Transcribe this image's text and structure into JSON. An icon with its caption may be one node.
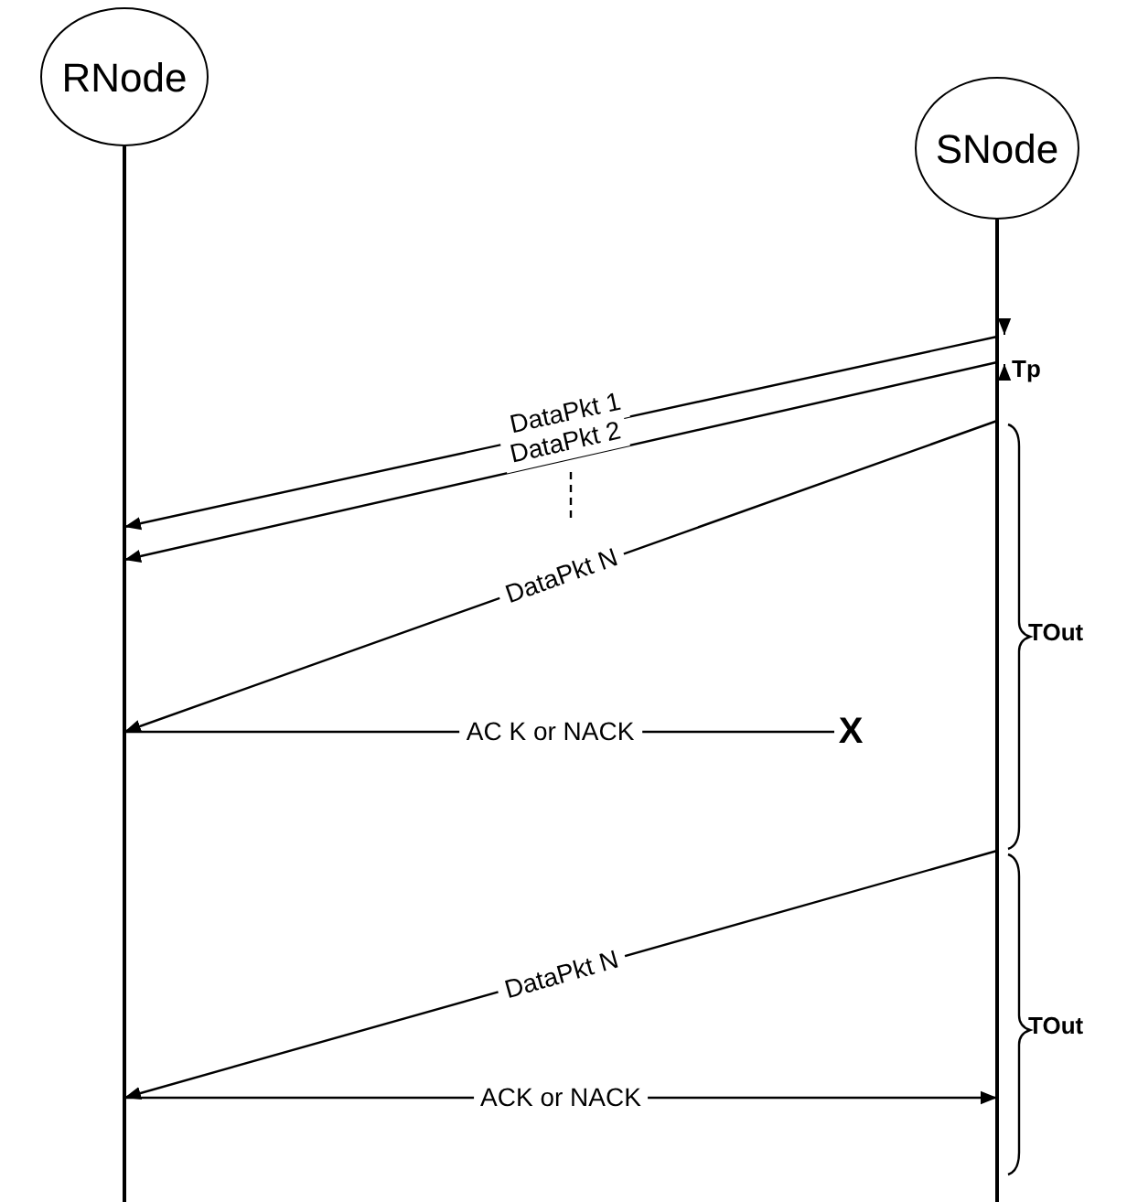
{
  "diagram": {
    "nodes": [
      {
        "text": [
          "RNode"
        ]
      },
      {
        "text": [
          "SNode"
        ]
      },
      {
        "text": [],
        "shape": "line"
      },
      {
        "text": [],
        "shape": "line"
      },
      {
        "text": [
          "X"
        ]
      }
    ],
    "edges": [
      {
        "from": 3,
        "to": 2,
        "arrow": "to",
        "label": "DataPkt 1"
      },
      {
        "from": 3,
        "to": 2,
        "arrow": "to",
        "label": "DataPkt 2"
      },
      {
        "from": 3,
        "to": 2,
        "arrow": "to",
        "label": "DataPkt N"
      },
      {
        "from": 2,
        "to": 4,
        "arrow": "none",
        "label": "AC K or NACK"
      },
      {
        "from": 3,
        "to": 2,
        "arrow": "to",
        "label": "DataPkt N"
      },
      {
        "from": 2,
        "to": 3,
        "arrow": "to",
        "label": "ACK or NACK"
      }
    ],
    "labels": [
      "Tp",
      "TOut",
      "TOut"
    ]
  }
}
